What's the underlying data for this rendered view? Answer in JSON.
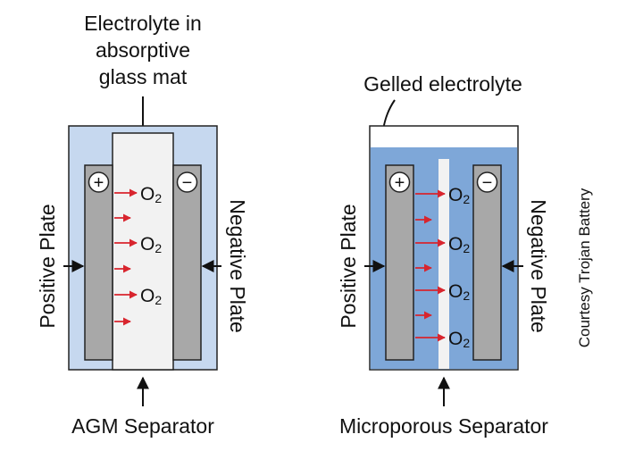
{
  "agm": {
    "top_label_lines": [
      "Electrolyte in",
      "absorptive",
      "glass mat"
    ],
    "bottom_label": "AGM Separator",
    "positive_label": "Positive Plate",
    "negative_label": "Negative Plate",
    "plus_symbol": "+",
    "minus_symbol": "−",
    "oxygen_labels": [
      "O",
      "O",
      "O"
    ],
    "oxygen_subscript": "2"
  },
  "gel": {
    "top_label": "Gelled electrolyte",
    "bottom_label": "Microporous Separator",
    "positive_label": "Positive Plate",
    "negative_label": "Negative Plate",
    "plus_symbol": "+",
    "minus_symbol": "−",
    "oxygen_labels": [
      "O",
      "O",
      "O",
      "O"
    ],
    "oxygen_subscript": "2"
  },
  "credit": "Courtesy Trojan Battery",
  "colors": {
    "agm_background": "#c6d8ef",
    "gel_background": "#7ea7d8",
    "plate": "#a8a8a8",
    "separator_mat": "#f2f2f2",
    "arrow_red": "#d8252e"
  }
}
